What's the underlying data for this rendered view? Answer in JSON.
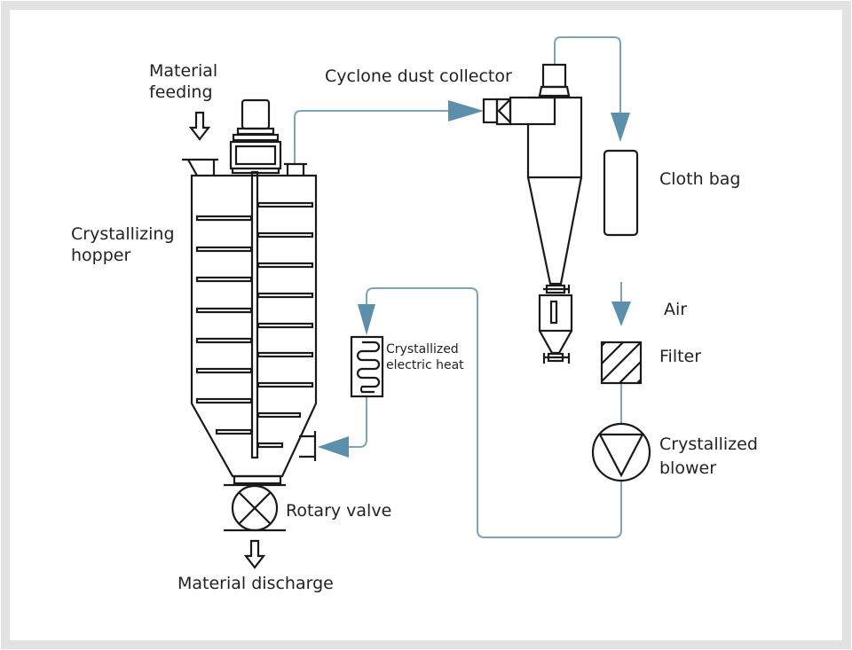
{
  "labels": {
    "material_feeding": [
      "Material",
      "feeding"
    ],
    "cyclone": "Cyclone dust collector",
    "hopper": [
      "Crystallizing",
      "hopper"
    ],
    "cloth_bag": "Cloth bag",
    "air": "Air",
    "filter": "Filter",
    "heater": [
      "Crystallized",
      "electric heat"
    ],
    "blower": [
      "Crystallized",
      "blower"
    ],
    "rotary_valve": "Rotary valve",
    "material_discharge": "Material discharge"
  },
  "colors": {
    "pipe": "#7fa3b6",
    "arrow": "#5b8fab",
    "frame": "#e2e2e2",
    "equipment": "#1a1a1a"
  }
}
